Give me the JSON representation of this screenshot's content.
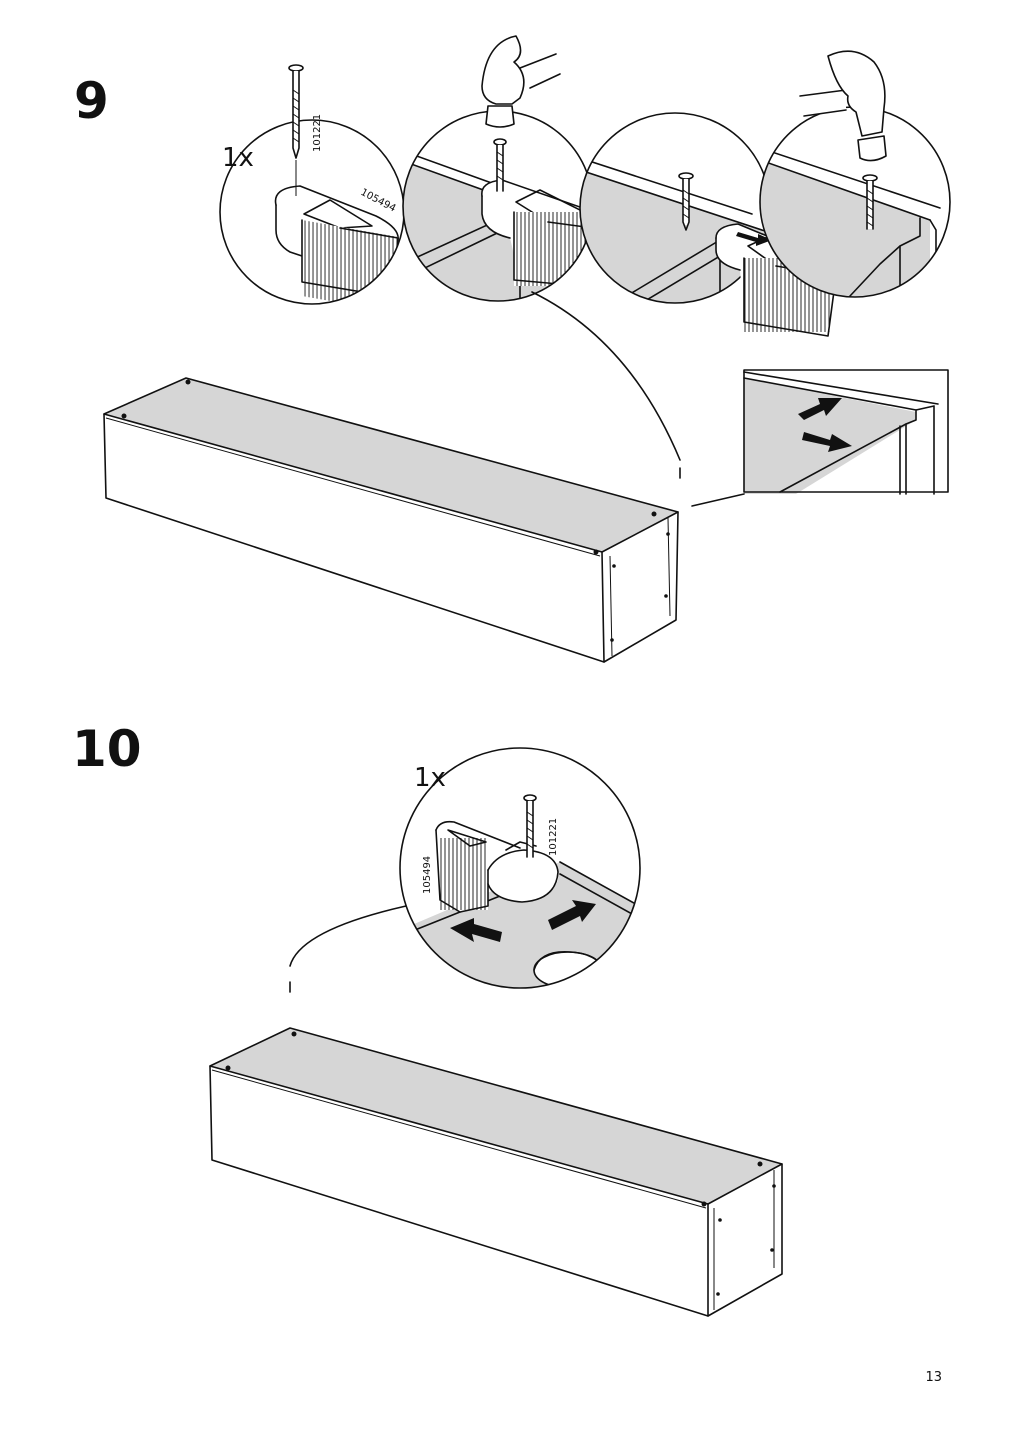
{
  "steps": [
    {
      "number": "9",
      "callout": {
        "quantity": "1x",
        "nail_part_no": "101221",
        "clip_part_no": "105494"
      }
    },
    {
      "number": "10",
      "callout": {
        "quantity": "1x",
        "nail_part_no": "101221",
        "clip_part_no": "105494"
      }
    }
  ],
  "page_number": "13",
  "icons": [
    "nail-icon",
    "clip-icon",
    "hammer-icon",
    "arrow-icon",
    "cabinet-box-icon"
  ]
}
